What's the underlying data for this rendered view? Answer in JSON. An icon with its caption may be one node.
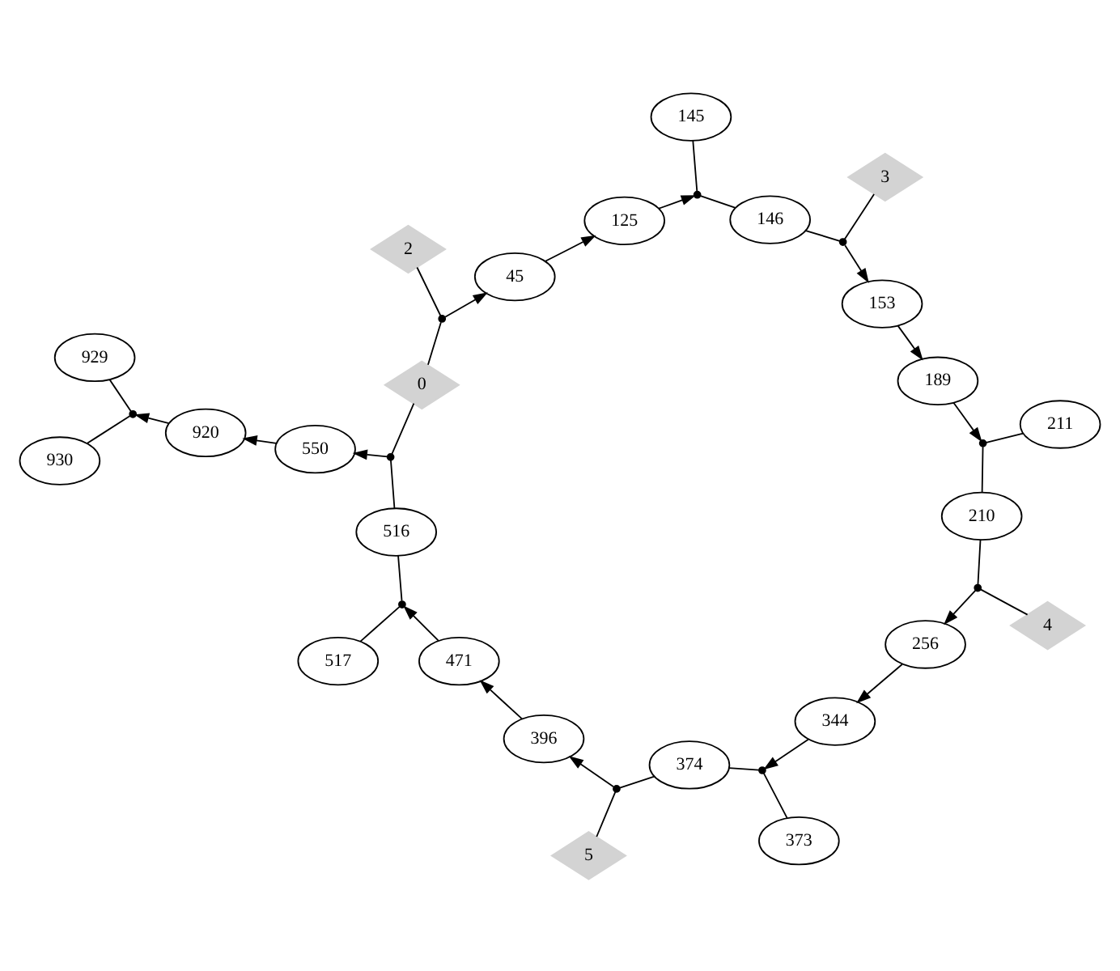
{
  "diagram": {
    "nodes": [
      {
        "text": [
          "373"
        ]
      },
      {
        "text": [
          "374"
        ]
      },
      {
        "text": [
          "5"
        ]
      },
      {
        "text": [],
        "shape": "dot"
      },
      {
        "text": [
          "396"
        ]
      },
      {
        "text": [
          "471"
        ]
      },
      {
        "text": [
          "517"
        ]
      },
      {
        "text": [
          "344"
        ]
      },
      {
        "text": [
          "256"
        ]
      },
      {
        "text": [],
        "shape": "dot"
      },
      {
        "text": [],
        "shape": "dot"
      },
      {
        "text": [
          "516"
        ]
      },
      {
        "text": [
          "929"
        ]
      },
      {
        "text": [
          "930"
        ]
      },
      {
        "text": [
          "4"
        ]
      },
      {
        "text": [],
        "shape": "dot"
      },
      {
        "text": [],
        "shape": "dot"
      },
      {
        "text": [
          "550"
        ]
      },
      {
        "text": [],
        "shape": "dot"
      },
      {
        "text": [
          "210"
        ]
      },
      {
        "text": [],
        "shape": "dot"
      },
      {
        "text": [
          "0"
        ]
      },
      {
        "text": [],
        "shape": "dot"
      },
      {
        "text": [
          "920"
        ]
      },
      {
        "text": [],
        "shape": "dot"
      },
      {
        "text": [
          "211"
        ]
      },
      {
        "text": [
          "189"
        ]
      },
      {
        "text": [
          "153"
        ]
      },
      {
        "text": [
          "125"
        ]
      },
      {
        "text": [
          "45"
        ]
      },
      {
        "text": [],
        "shape": "dot"
      },
      {
        "text": [
          "2"
        ]
      },
      {
        "text": [
          "146"
        ]
      },
      {
        "text": [
          "145"
        ]
      },
      {
        "text": [
          "3"
        ]
      }
    ],
    "edges": [
      {
        "from": 1,
        "to": 3,
        "arrow": "none"
      },
      {
        "from": 2,
        "to": 3,
        "arrow": "none"
      },
      {
        "from": 3,
        "to": 4,
        "arrow": "to"
      },
      {
        "from": 4,
        "to": 5,
        "arrow": "to"
      },
      {
        "from": 0,
        "to": 9,
        "arrow": "none"
      },
      {
        "from": 1,
        "to": 9,
        "arrow": "none"
      },
      {
        "from": 7,
        "to": 9,
        "arrow": "to"
      },
      {
        "from": 5,
        "to": 10,
        "arrow": "to"
      },
      {
        "from": 6,
        "to": 10,
        "arrow": "none"
      },
      {
        "from": 11,
        "to": 10,
        "arrow": "none"
      },
      {
        "from": 11,
        "to": 16,
        "arrow": "none"
      },
      {
        "from": 16,
        "to": 17,
        "arrow": "to"
      },
      {
        "from": 21,
        "to": 16,
        "arrow": "none"
      },
      {
        "from": 17,
        "to": 23,
        "arrow": "to"
      },
      {
        "from": 23,
        "to": 18,
        "arrow": "to"
      },
      {
        "from": 12,
        "to": 18,
        "arrow": "none"
      },
      {
        "from": 13,
        "to": 18,
        "arrow": "none"
      },
      {
        "from": 14,
        "to": 15,
        "arrow": "none"
      },
      {
        "from": 15,
        "to": 8,
        "arrow": "to"
      },
      {
        "from": 8,
        "to": 7,
        "arrow": "to"
      },
      {
        "from": 19,
        "to": 15,
        "arrow": "none"
      },
      {
        "from": 19,
        "to": 20,
        "arrow": "none"
      },
      {
        "from": 25,
        "to": 20,
        "arrow": "none"
      },
      {
        "from": 26,
        "to": 20,
        "arrow": "to"
      },
      {
        "from": 21,
        "to": 22,
        "arrow": "none"
      },
      {
        "from": 22,
        "to": 29,
        "arrow": "to"
      },
      {
        "from": 22,
        "to": 31,
        "arrow": "none"
      },
      {
        "from": 29,
        "to": 28,
        "arrow": "to"
      },
      {
        "from": 28,
        "to": 30,
        "arrow": "to"
      },
      {
        "from": 33,
        "to": 30,
        "arrow": "none"
      },
      {
        "from": 32,
        "to": 30,
        "arrow": "none"
      },
      {
        "from": 24,
        "to": 27,
        "arrow": "to"
      },
      {
        "from": 34,
        "to": 24,
        "arrow": "none"
      },
      {
        "from": 32,
        "to": 24,
        "arrow": "none"
      },
      {
        "from": 27,
        "to": 26,
        "arrow": "to"
      }
    ]
  }
}
